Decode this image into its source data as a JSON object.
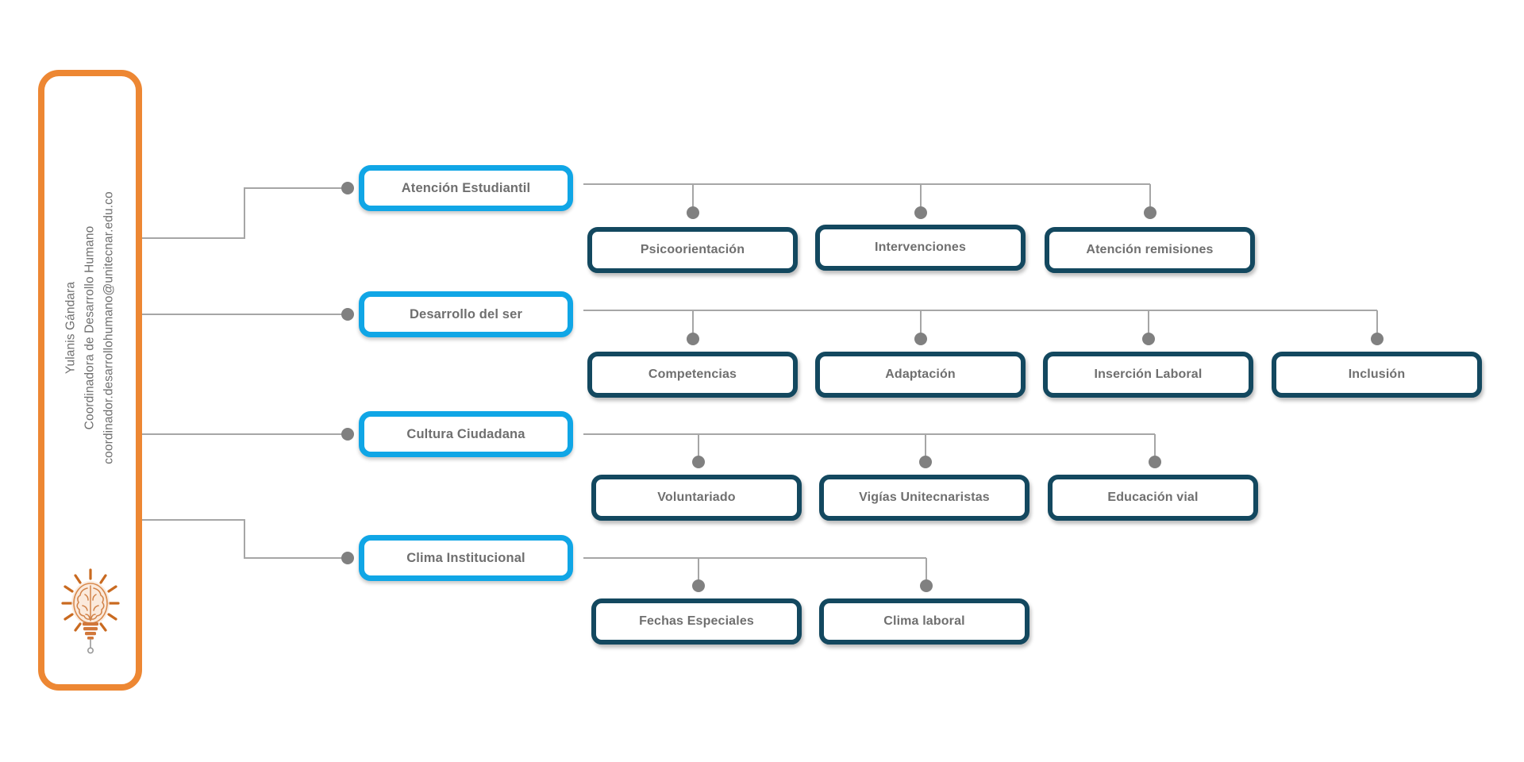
{
  "theme": {
    "background": "#ffffff",
    "owner_border": "#ED8733",
    "level1_border": "#10A6E6",
    "level2_border": "#13485F",
    "label_text": "#6f6f6f",
    "connector_line": "#A6A6A6",
    "connector_dot": "#808080"
  },
  "owner": {
    "name": "Yulanis Gándara",
    "role": "Coordinadora de Desarrollo Humano",
    "email": "coordinador.desarrollohumano@unitecnar.edu.co",
    "icon": "brain-lightbulb-icon"
  },
  "branches": [
    {
      "id": "atencion-estudiantil",
      "label": "Atención Estudiantil",
      "children": [
        {
          "id": "psicoorientacion",
          "label": "Psicoorientación"
        },
        {
          "id": "intervenciones",
          "label": "Intervenciones"
        },
        {
          "id": "atencion-remisiones",
          "label": "Atención remisiones"
        }
      ]
    },
    {
      "id": "desarrollo-del-ser",
      "label": "Desarrollo del ser",
      "children": [
        {
          "id": "competencias",
          "label": "Competencias"
        },
        {
          "id": "adaptacion",
          "label": "Adaptación"
        },
        {
          "id": "insercion-laboral",
          "label": "Inserción Laboral"
        },
        {
          "id": "inclusion",
          "label": "Inclusión"
        }
      ]
    },
    {
      "id": "cultura-ciudadana",
      "label": "Cultura Ciudadana",
      "children": [
        {
          "id": "voluntariado",
          "label": "Voluntariado"
        },
        {
          "id": "vigias-unitecnaristas",
          "label": "Vigías Unitecnaristas"
        },
        {
          "id": "educacion-vial",
          "label": "Educación vial"
        }
      ]
    },
    {
      "id": "clima-institucional",
      "label": "Clima Institucional",
      "children": [
        {
          "id": "fechas-especiales",
          "label": "Fechas Especiales"
        },
        {
          "id": "clima-laboral",
          "label": "Clima laboral"
        }
      ]
    }
  ]
}
